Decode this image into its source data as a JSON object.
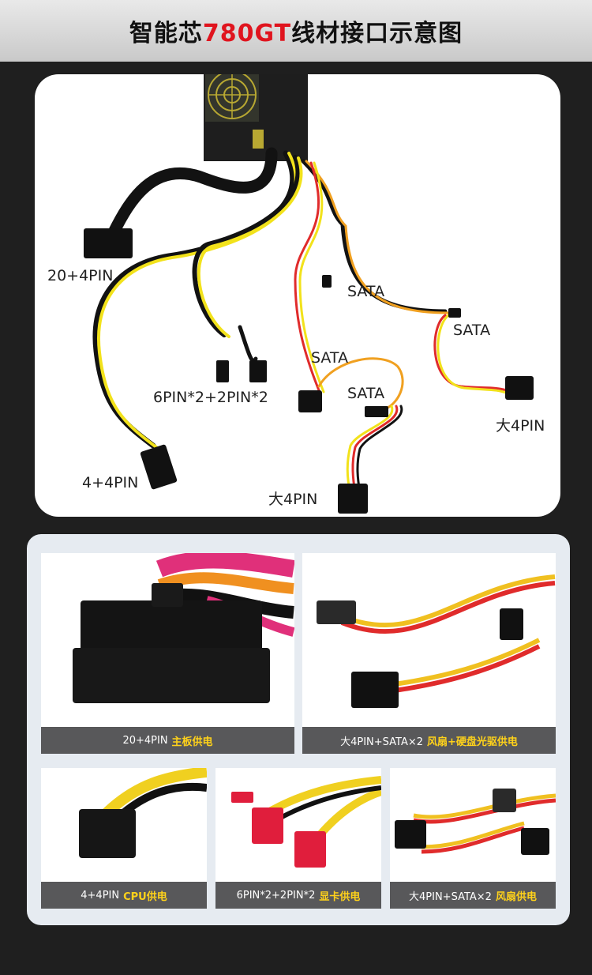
{
  "header": {
    "title_prefix": "智能芯",
    "title_highlight": "780GT",
    "title_suffix": "线材接口示意图"
  },
  "colors": {
    "highlight": "#e0141e",
    "caption_bg": "#58585a",
    "caption_accent": "#ffd21a"
  },
  "diagram": {
    "labels": {
      "atx": "20+4PIN",
      "cpu": "4+4PIN",
      "pcie": "6PIN*2+2PIN*2",
      "sata1": "SATA",
      "sata2": "SATA",
      "sata3": "SATA",
      "sata4": "SATA",
      "molex1": "大4PIN",
      "molex2": "大4PIN"
    }
  },
  "photos": [
    {
      "name": "20+4PIN",
      "desc": "主板供电"
    },
    {
      "name": "大4PIN+SATA×2",
      "desc": "风扇+硬盘光驱供电"
    },
    {
      "name": "4+4PIN",
      "desc": "CPU供电"
    },
    {
      "name": "6PIN*2+2PIN*2",
      "desc": "显卡供电"
    },
    {
      "name": "大4PIN+SATA×2",
      "desc": "风扇供电"
    }
  ]
}
